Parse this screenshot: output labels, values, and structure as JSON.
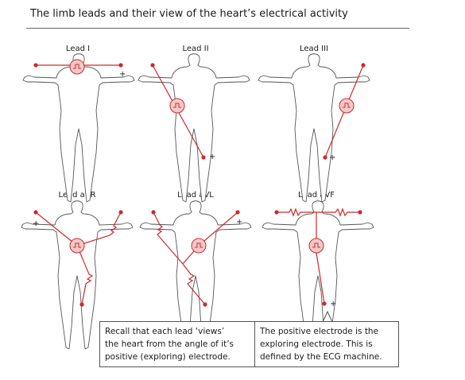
{
  "title": "The limb leads and their view of the heart’s electrical activity",
  "leads": [
    {
      "label": "Lead I"
    },
    {
      "label": "Lead II"
    },
    {
      "label": "Lead III"
    },
    {
      "label": "Lead aVR"
    },
    {
      "label": "Lead aVL"
    },
    {
      "label": "Lead aVF"
    }
  ],
  "positive_symbol": "+",
  "notes": [
    {
      "lines": [
        "Recall that each lead ‘views’",
        "the heart from the angle of it’s",
        "positive (exploring) electrode."
      ]
    },
    {
      "lines": [
        "The positive electrode is the",
        "exploring electrode. This is",
        "defined by the ECG machine."
      ]
    }
  ],
  "colors": {
    "lead": "#cc2a2a",
    "body_fill": "#ffffff",
    "body_stroke": "#555555",
    "text": "#1a1a1a"
  }
}
